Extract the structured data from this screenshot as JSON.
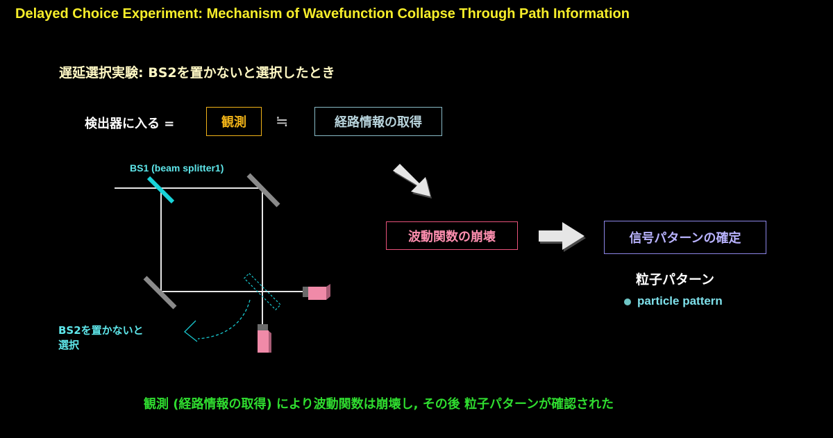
{
  "title": "Delayed Choice Experiment: Mechanism of Wavefunction Collapse Through Path Information",
  "subtitle": "遅延選択実験: BS2を置かないと選択したとき",
  "detection": {
    "label": "検出器に入る =",
    "observation": "観測",
    "approx_symbol": "≒",
    "path_info": "経路情報の取得"
  },
  "diagram": {
    "bs1_label": "BS1 (beam splitter1)",
    "bs2_label_line1": "BS2を置かないと",
    "bs2_label_line2": "選択",
    "colors": {
      "beam": "#e6e6e6",
      "bs1": "#19d3d9",
      "mirror": "#8a8a8a",
      "detector": "#f08aa8",
      "bs2_dashed": "#19c9d0"
    }
  },
  "flow": {
    "collapse": "波動関数の崩壊",
    "confirm": "信号パターンの確定",
    "result_jp": "粒子パターン",
    "result_en": "particle pattern"
  },
  "footer": "観測 (経路情報の取得) により波動関数は崩壊し, その後 粒子パターンが確認された"
}
